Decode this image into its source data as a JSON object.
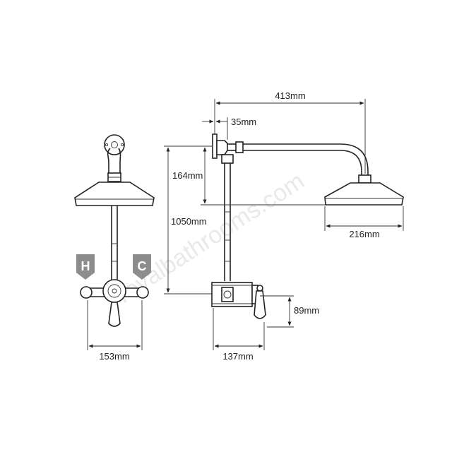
{
  "watermark": "royalbathrooms.com",
  "badges": {
    "hot": "H",
    "cold": "C",
    "color": "#8c8c8c"
  },
  "dimensions": {
    "overall_arm_length": "413mm",
    "wall_offset": "35mm",
    "head_drop": "164mm",
    "total_height": "1050mm",
    "head_diameter": "216mm",
    "valve_height": "89mm",
    "valve_width_front": "153mm",
    "valve_depth_side": "137mm"
  }
}
